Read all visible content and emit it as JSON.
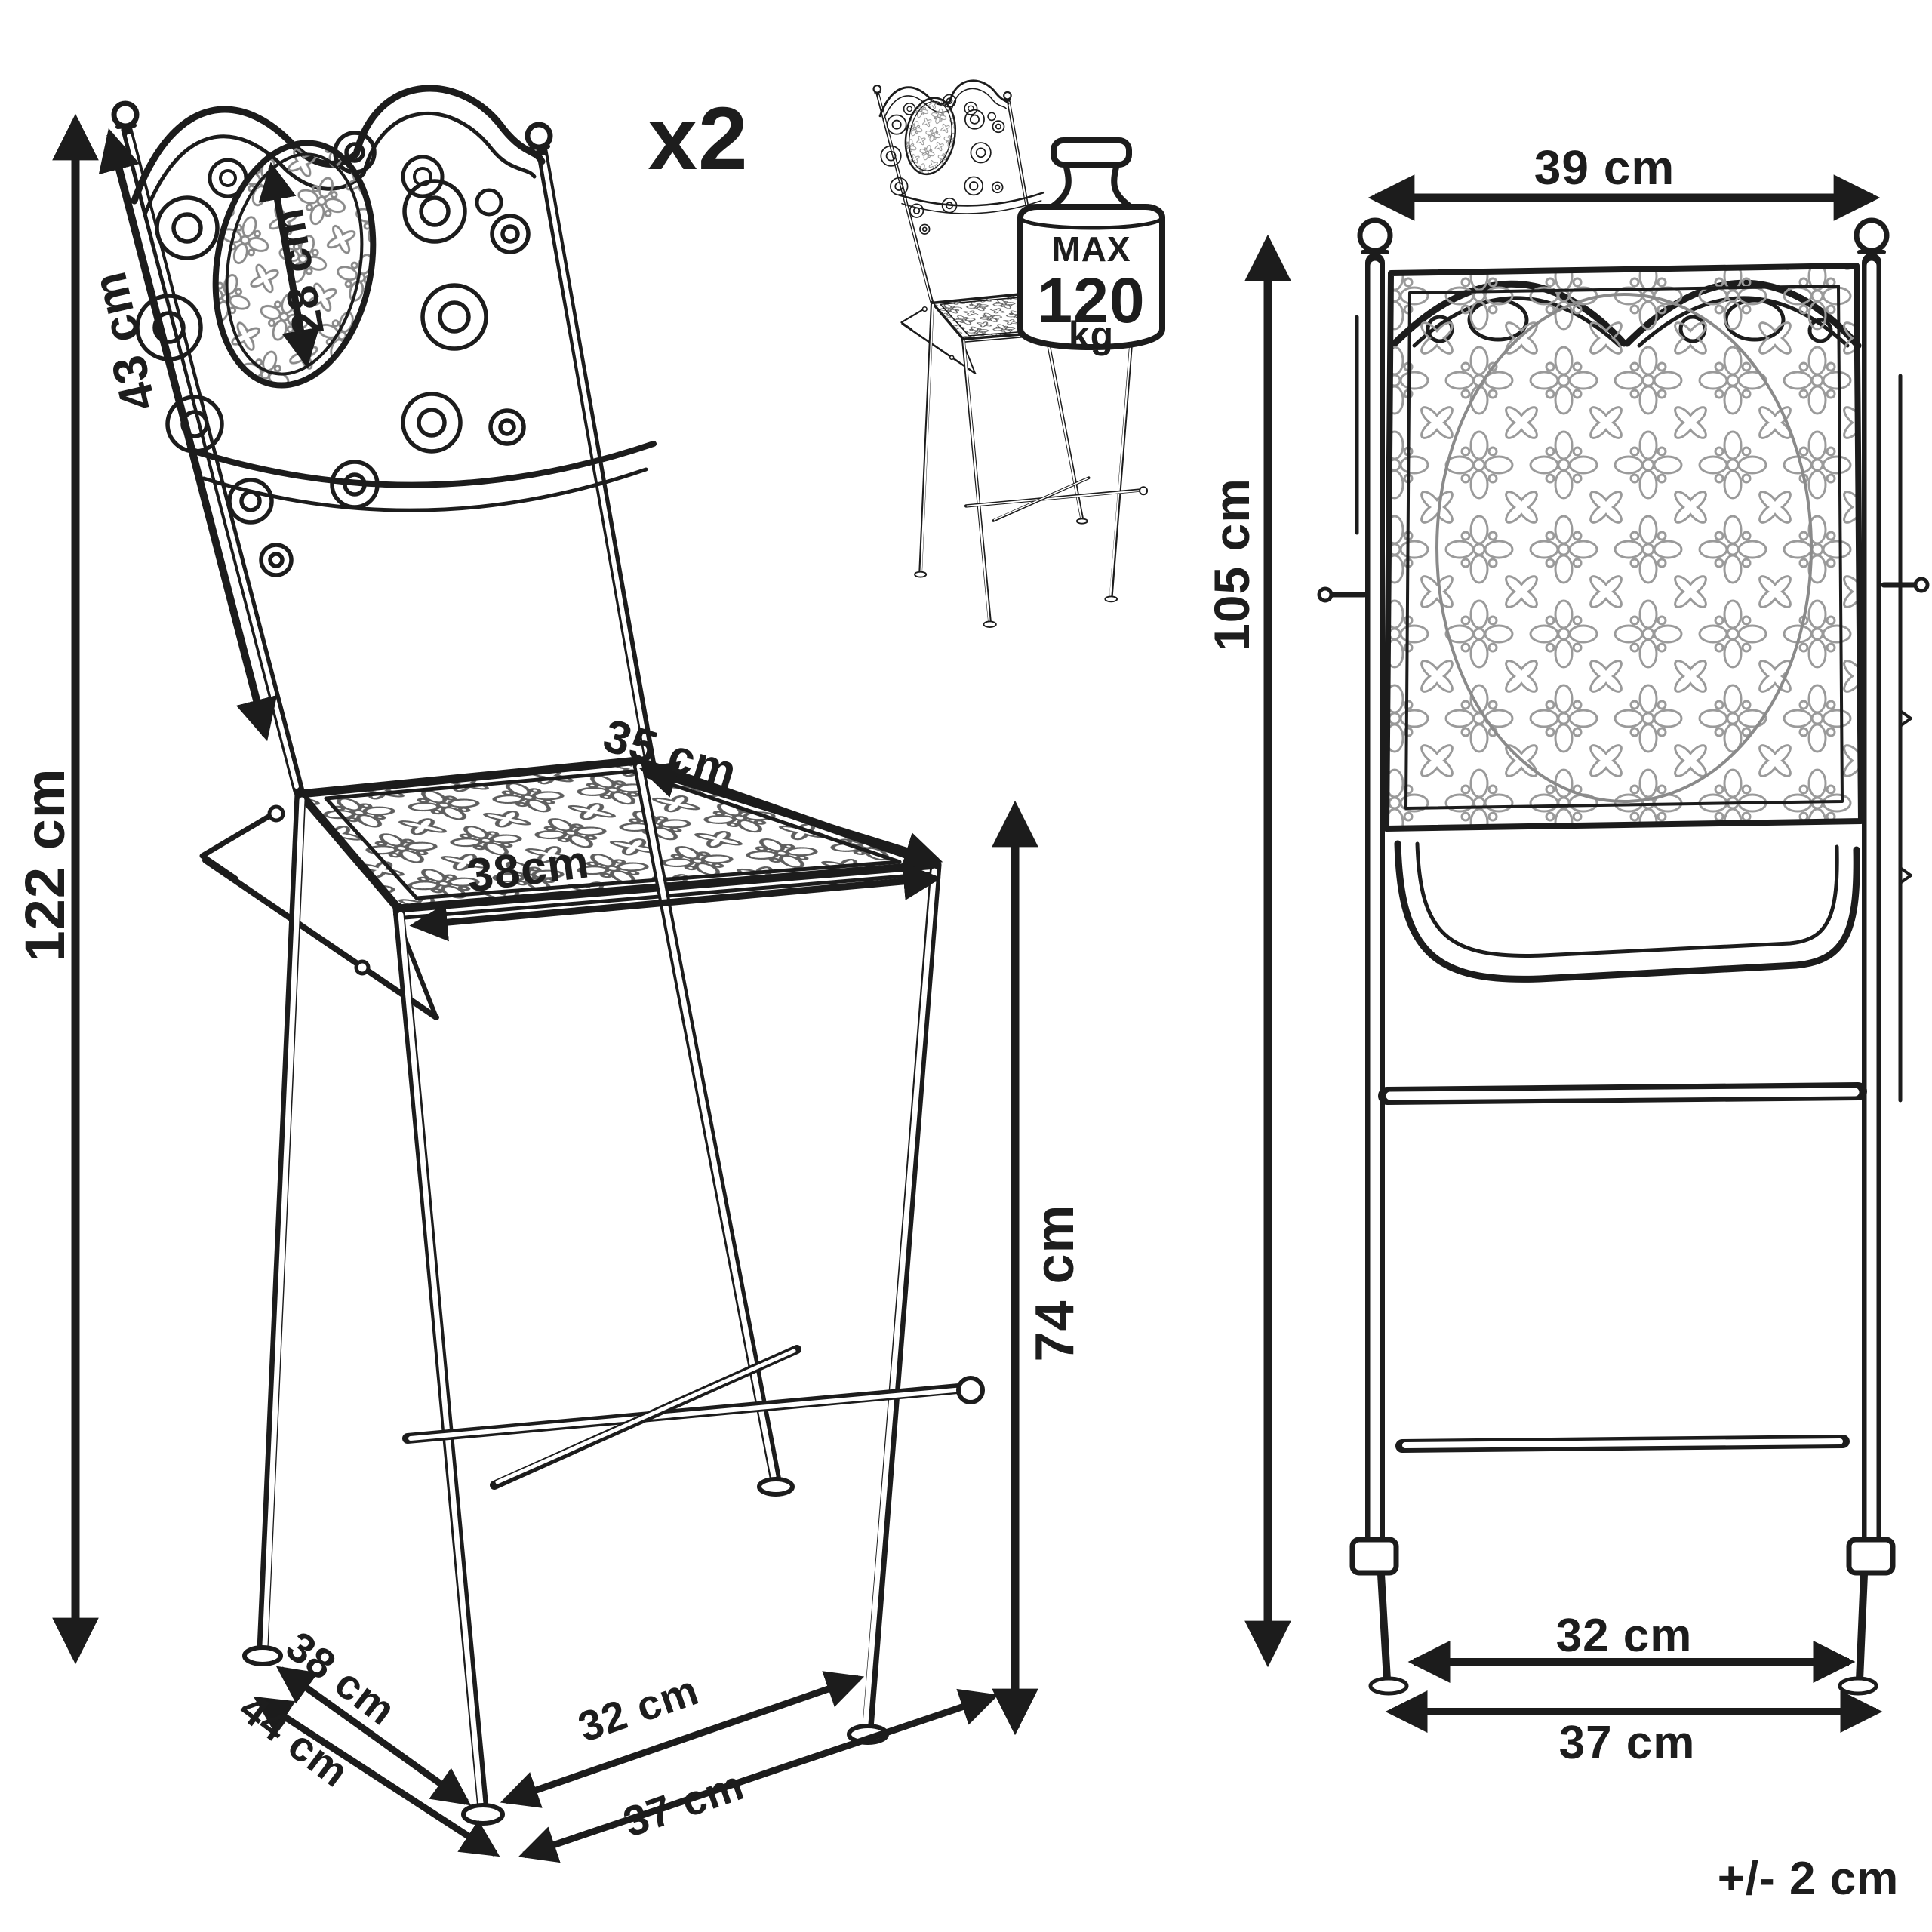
{
  "product": {
    "quantity": "x2",
    "max_load_line1": "MAX",
    "max_load_line2": "120",
    "max_load_line3": "kg",
    "tolerance": "+/- 2 cm"
  },
  "assembled_view": {
    "total_height": "122 cm",
    "backrest_height": "43 cm",
    "backrest_oval_diagonal": "28 cm",
    "seat_depth": "35 cm",
    "seat_width": "38cm",
    "seat_floor_height": "74 cm",
    "base_width": "38 cm",
    "base_depth": "44 cm",
    "base_inner_span": "32 cm",
    "base_outer_span": "37 cm"
  },
  "folded_view": {
    "width": "39 cm",
    "height": "105 cm",
    "feet_inner_span": "32 cm",
    "feet_outer_span": "37 cm"
  }
}
